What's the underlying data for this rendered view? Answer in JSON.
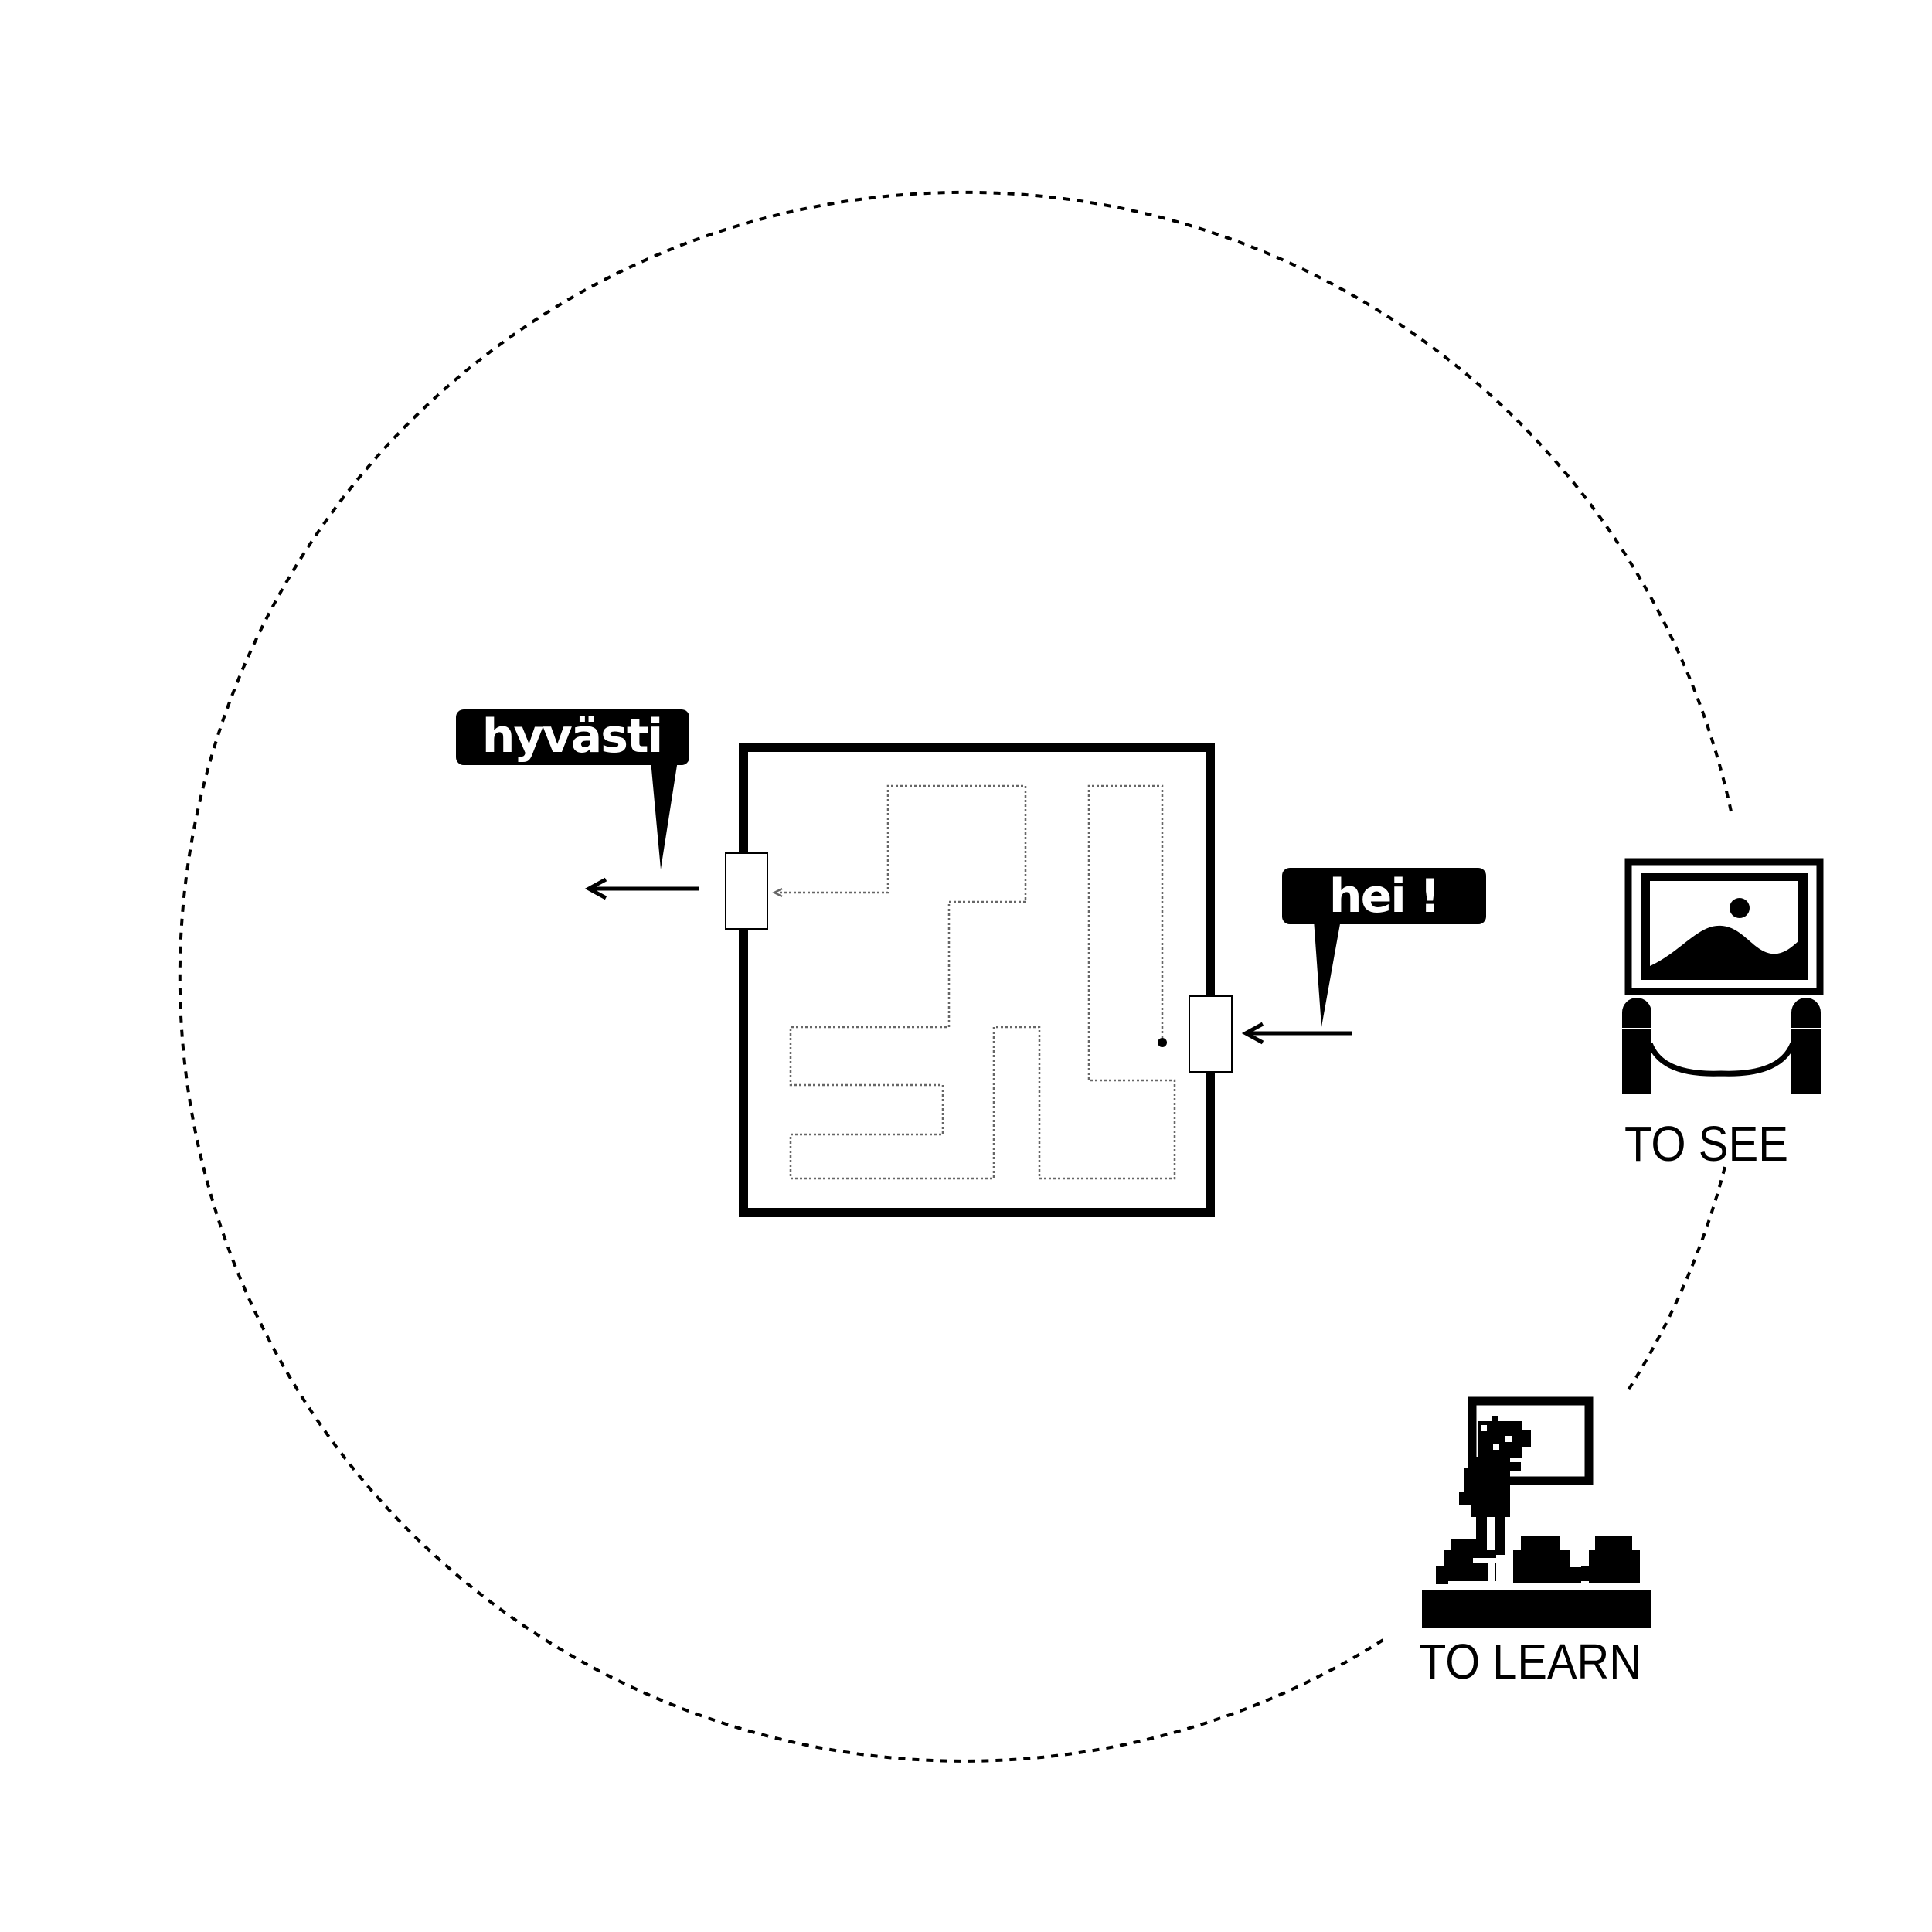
{
  "greeting_bubble": {
    "text": "hei !"
  },
  "farewell_bubble": {
    "text": "hyvästi"
  },
  "labels": {
    "see": "TO SEE",
    "learn": "TO LEARN"
  },
  "icons": {
    "see": "framed-picture-with-rope-barrier-icon",
    "learn": "teacher-with-audience-icon"
  },
  "colors": {
    "ink": "#000000",
    "background": "#ffffff"
  }
}
